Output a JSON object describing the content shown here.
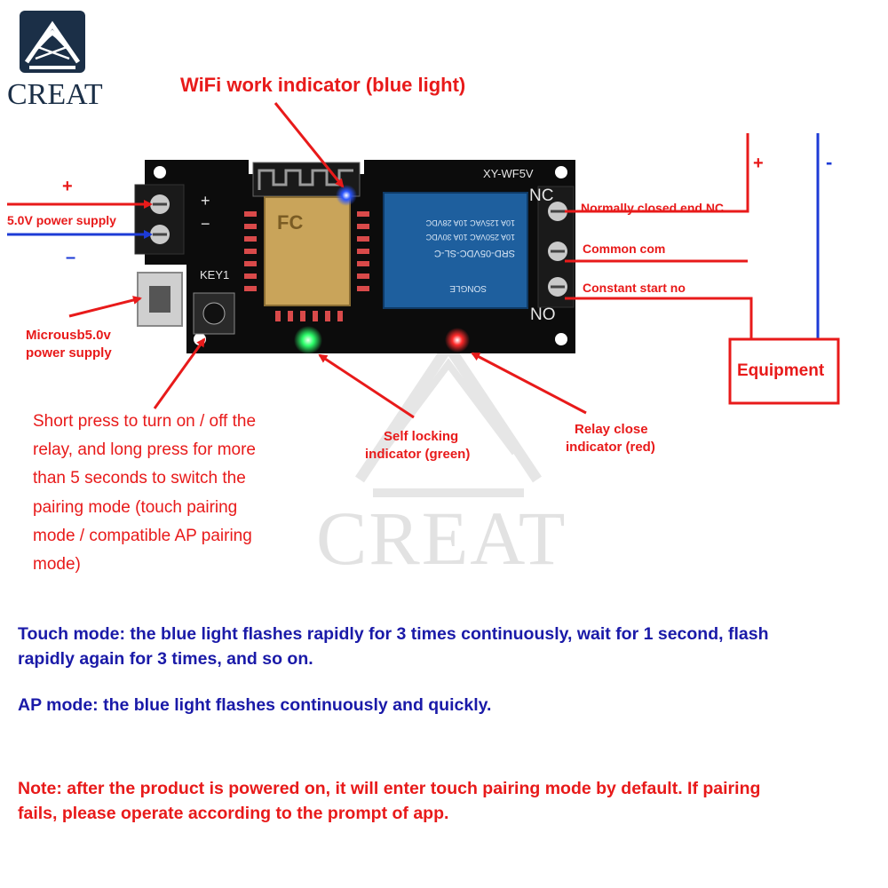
{
  "brand": {
    "logo_text": "CREAT",
    "watermark_text": "CREAT"
  },
  "board": {
    "model": "XY-WF5V",
    "key_label": "KEY1",
    "terminal_nc": "NC",
    "terminal_no": "NO",
    "relay_lines": [
      "SRD-05VDC-SL-C",
      "10A 250VAC  10A 30VDC",
      "10A 125VAC  10A 28VDC"
    ],
    "relay_brand": "SONGLE"
  },
  "labels": {
    "wifi_indicator": "WiFi work indicator (blue light)",
    "plus_left": "+",
    "minus_left": "–",
    "power_supply": "5.0V power supply",
    "microusb": [
      "Microusb5.0v",
      "power supply"
    ],
    "button_desc": [
      "Short press to turn on / off the",
      "relay, and long press for more",
      "than 5 seconds to switch the",
      "pairing mode (touch pairing",
      "mode / compatible AP pairing",
      "mode)"
    ],
    "self_locking": [
      "Self locking",
      "indicator (green)"
    ],
    "relay_close": [
      "Relay close",
      "indicator (red)"
    ],
    "normally_closed": "Normally closed end NC",
    "common": "Common com",
    "constant_start": "Constant start no",
    "equipment": "Equipment",
    "plus_right": "+",
    "minus_right": "-"
  },
  "notes": {
    "touch_mode": [
      "Touch mode: the blue light flashes rapidly for 3 times continuously, wait for 1 second, flash",
      "rapidly again for 3 times, and so on."
    ],
    "ap_mode": "AP mode: the blue light flashes continuously and quickly.",
    "note": [
      "Note: after the product is powered on, it will enter touch pairing mode by default. If pairing",
      "fails, please operate according to the prompt of app."
    ]
  },
  "colors": {
    "annotation_red": "#e81a1a",
    "note_blue": "#1a1aa8",
    "wire_blue": "#1d3bd6",
    "pcb": "#0c0c0c",
    "relay_blue": "#1e5f9e",
    "led_green": "#2cff6a",
    "led_red": "#ff2a2a",
    "led_blue": "#2a55ff"
  }
}
